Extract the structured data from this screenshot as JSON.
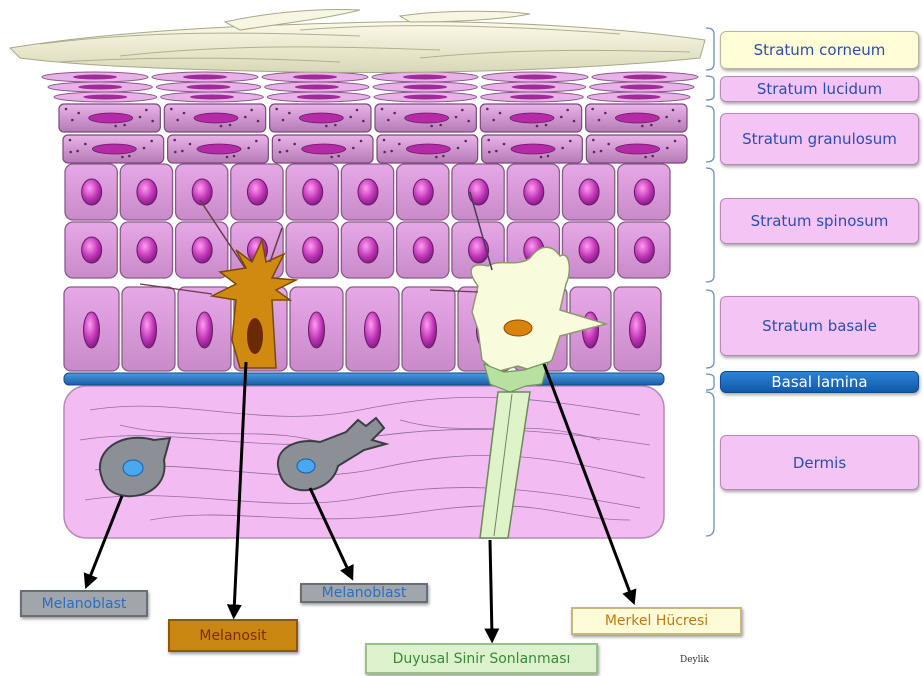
{
  "layers": [
    {
      "id": "corneum",
      "label": "Stratum corneum",
      "color": "#fffbd0"
    },
    {
      "id": "lucidum",
      "label": "Stratum lucidum",
      "color": "#f2b8f2"
    },
    {
      "id": "granulosum",
      "label": "Stratum granulosum",
      "color": "#f2b8f2"
    },
    {
      "id": "spinosum",
      "label": "Stratum spinosum",
      "color": "#f2b8f2"
    },
    {
      "id": "basale",
      "label": "Stratum basale",
      "color": "#f2b8f2"
    },
    {
      "id": "lamina",
      "label": "Basal lamina",
      "color": "#1f6fc0"
    },
    {
      "id": "dermis",
      "label": "Dermis",
      "color": "#f2b8f2"
    }
  ],
  "cells": {
    "melanoblast_left": {
      "label": "Melanoblast",
      "color": "#9aa0a6",
      "text_color": "#2a6fc0"
    },
    "melanoblast_right": {
      "label": "Melanoblast",
      "color": "#9aa0a6",
      "text_color": "#2a6fc0"
    },
    "melanosit": {
      "label": "Melanosit",
      "color": "#c7830c",
      "text_color": "#7a2e0c"
    },
    "duyusal": {
      "label": "Duyusal Sinir  Sonlanması",
      "color": "#d8f0c8",
      "text_color": "#3a8a3a"
    },
    "merkel": {
      "label": "Merkel Hücresi",
      "color": "#fdfbd8",
      "text_color": "#c07a10"
    }
  },
  "credit": "Deylik"
}
